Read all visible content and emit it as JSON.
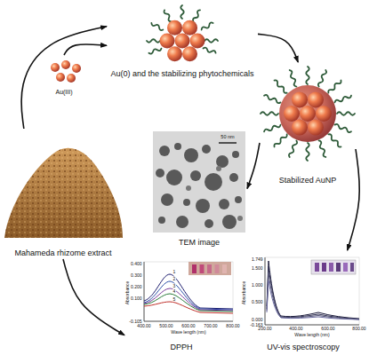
{
  "diagram": {
    "nodes": [
      {
        "text": [
          "Au(0) and the stabilizing phytochemicals"
        ]
      },
      {
        "text": [
          "Au(III)"
        ]
      },
      {
        "text": [
          "Stabilized AuNP"
        ]
      },
      {
        "text": [
          "Mahameda rhizome extract"
        ]
      },
      {
        "text": [
          "TEM image"
        ]
      },
      {
        "text": [
          "DPPH"
        ]
      },
      {
        "text": [
          "UV-vis spectroscopy"
        ]
      }
    ],
    "edges": [
      {
        "from": 3,
        "to": 0,
        "arrow": "to"
      },
      {
        "from": 1,
        "to": 0,
        "arrow": "to"
      },
      {
        "from": 0,
        "to": 2,
        "arrow": "to"
      },
      {
        "from": 2,
        "to": 6,
        "arrow": "to"
      },
      {
        "from": 2,
        "to": 4,
        "arrow": "to"
      },
      {
        "from": 3,
        "to": 5,
        "arrow": "to"
      }
    ],
    "labels": [
      "50 nm",
      "0.400",
      "0.300",
      "0.200",
      "0.100",
      "-0.105",
      "400.00",
      "500.00",
      "600.00",
      "700.00",
      "800.00",
      "Absorbance",
      "Wave length (nm)",
      "1",
      "2",
      "3",
      "4",
      "5",
      "1.749",
      "1.500",
      "1.000",
      "0.500",
      "0.000",
      "-0.163",
      "200.00",
      "400.00",
      "600.00",
      "800.00",
      "Absorbance",
      "Wave length (nm)"
    ]
  }
}
